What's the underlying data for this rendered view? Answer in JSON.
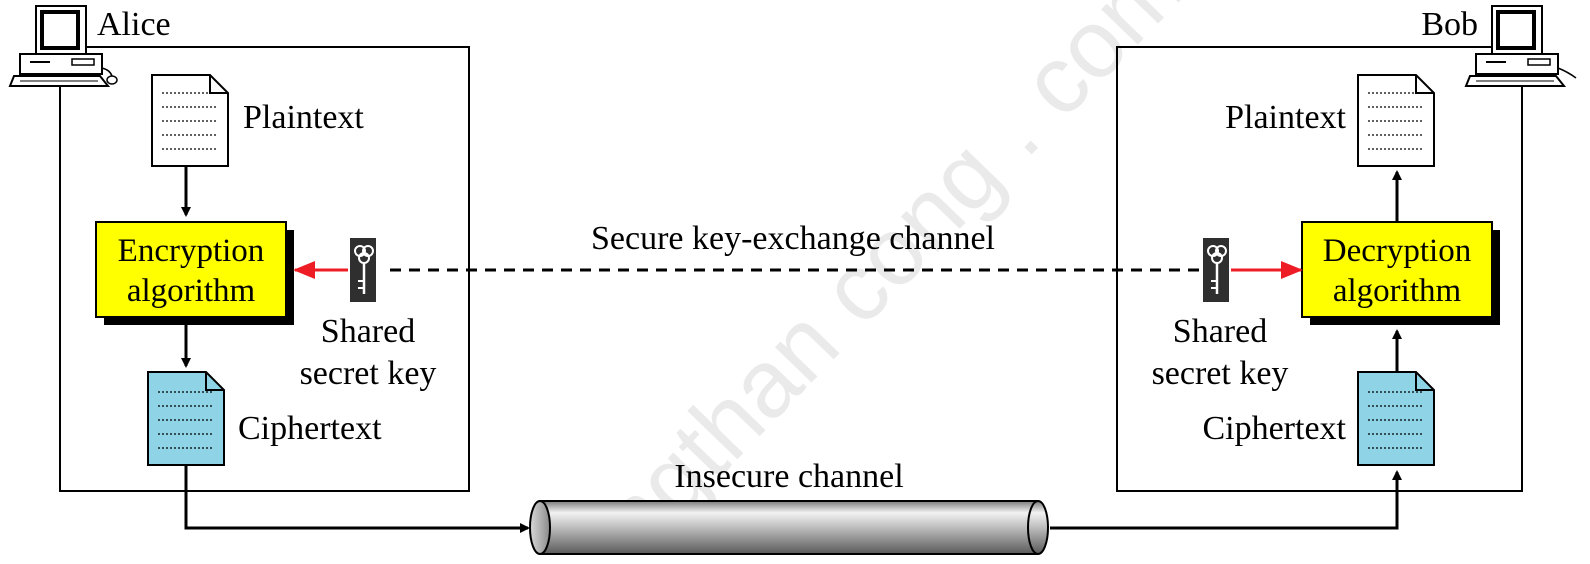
{
  "alice": {
    "name": "Alice",
    "plaintext_label": "Plaintext",
    "algorithm_line1": "Encryption",
    "algorithm_line2": "algorithm",
    "key_line1": "Shared",
    "key_line2": "secret key",
    "ciphertext_label": "Ciphertext"
  },
  "bob": {
    "name": "Bob",
    "plaintext_label": "Plaintext",
    "algorithm_line1": "Decryption",
    "algorithm_line2": "algorithm",
    "key_line1": "Shared",
    "key_line2": "secret key",
    "ciphertext_label": "Ciphertext"
  },
  "channels": {
    "secure": "Secure key-exchange channel",
    "insecure": "Insecure channel"
  },
  "watermark": "ngthan cong . com",
  "colors": {
    "algorithm_box": "#ffff00",
    "ciphertext_doc": "#8fd3e6",
    "key_arrow": "#ee1c24",
    "flow": "#000000"
  }
}
